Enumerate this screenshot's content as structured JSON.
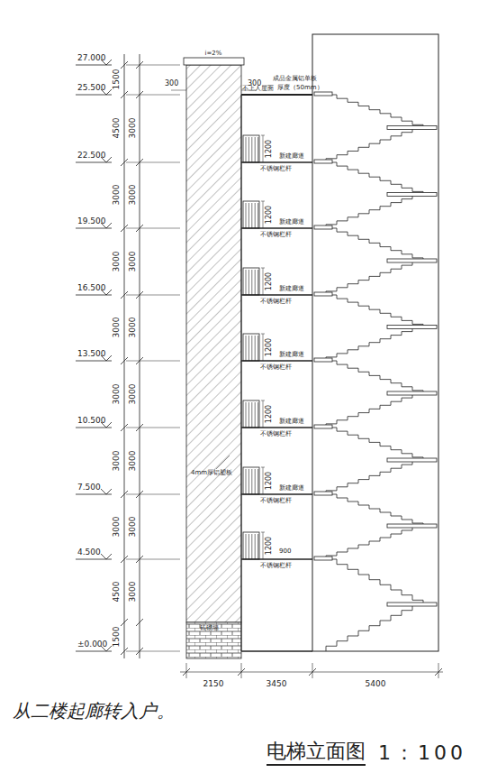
{
  "diagram": {
    "title": "电梯立面图",
    "labels": [
      "27.000",
      "25.500",
      "22.500",
      "19.500",
      "16.500",
      "13.500",
      "10.500",
      "7.500",
      "4.500",
      "±0.000",
      "1500",
      "4500",
      "3000",
      "3000",
      "3000",
      "3000",
      "3000",
      "3000",
      "4500",
      "1500",
      "3000",
      "3000",
      "3000",
      "3000",
      "3000",
      "3000",
      "3000",
      "3000",
      "i=2%",
      "300",
      "300",
      "成品金属铝单板",
      "厚度（50mm）",
      "不上人屋面",
      "1200",
      "1200",
      "1200",
      "1200",
      "1200",
      "1200",
      "1200",
      "新建廊道",
      "新建廊道",
      "新建廊道",
      "新建廊道",
      "新建廊道",
      "新建廊道",
      "不锈钢栏杆",
      "不锈钢栏杆",
      "不锈钢栏杆",
      "不锈钢栏杆",
      "不锈钢栏杆",
      "不锈钢栏杆",
      "不锈钢栏杆",
      "900",
      "4mm厚铝塑板",
      "砖砌墙",
      "2150",
      "3450",
      "5400",
      "从二楼起廊转入户。",
      "1：100"
    ]
  }
}
